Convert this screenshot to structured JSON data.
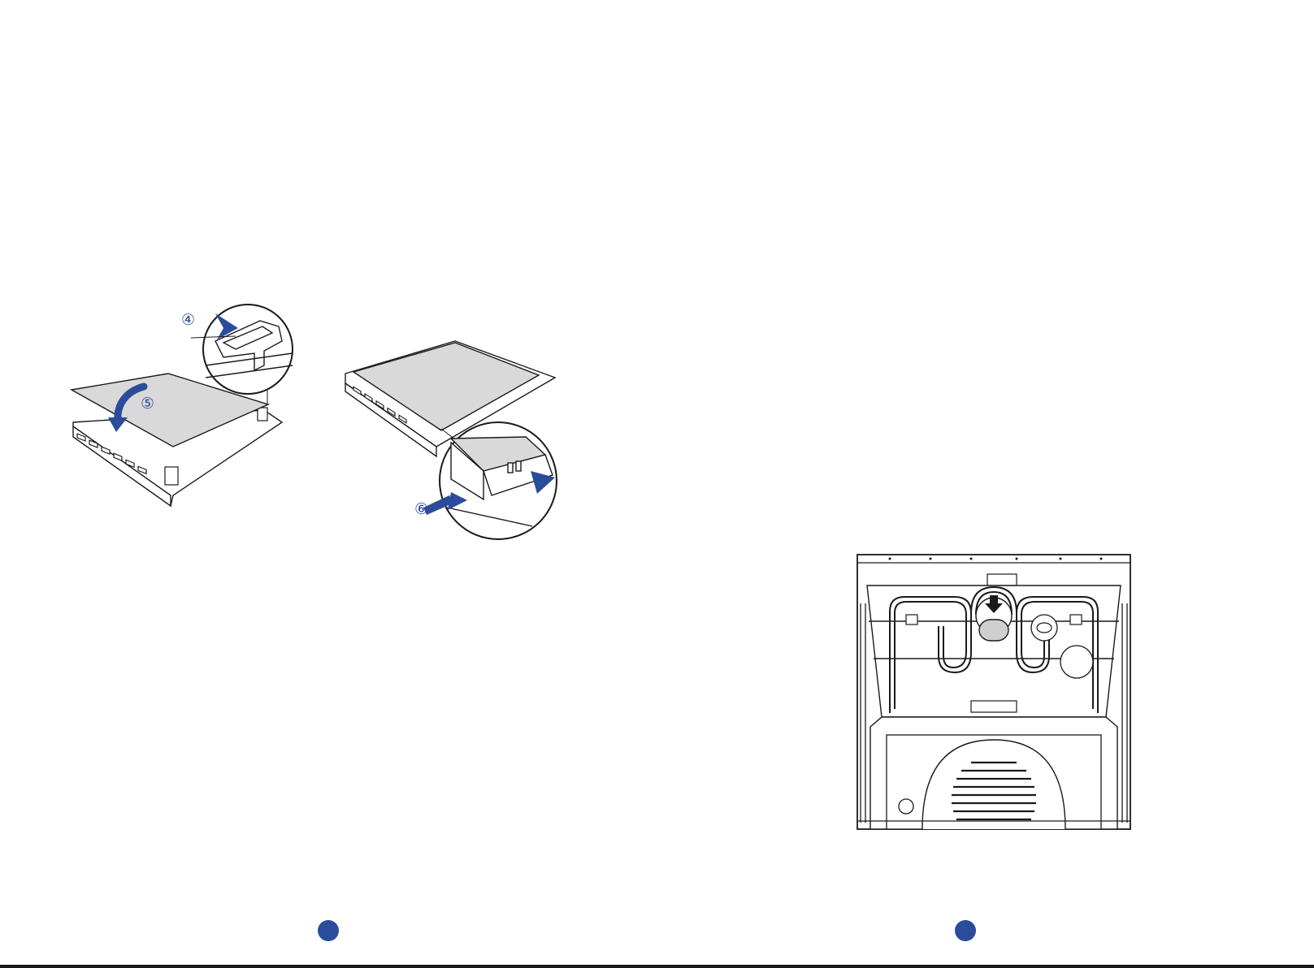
{
  "colors": {
    "accent": "#2b4c9b",
    "line": "#1a1a1a",
    "panel_fill": "#d9d9d9",
    "paper": "#ffffff"
  },
  "left_page": {
    "figure_1": {
      "step_4": "④",
      "step_5": "⑤"
    },
    "figure_2": {
      "step_6": "⑥"
    },
    "page_marker": "page-dot"
  },
  "right_page": {
    "figure_3": {
      "subject": "oven-interior-lamp",
      "arrow_icon": "arrow-down-icon"
    },
    "page_marker": "page-dot"
  }
}
